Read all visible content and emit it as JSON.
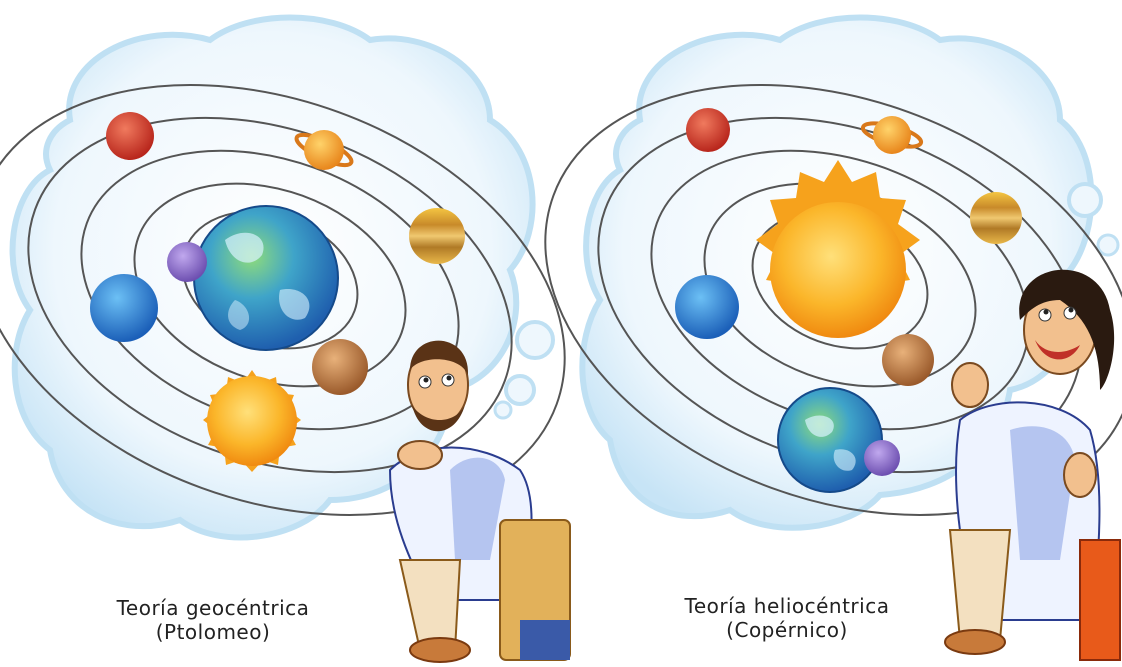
{
  "panels": [
    {
      "title": "Teoría geocéntrica",
      "author": "(Ptolomeo)",
      "center_body": "earth",
      "bodies": [
        "mars-red",
        "saturn",
        "moon-purple",
        "jupiter",
        "mercury-blue",
        "venus-brown",
        "sun"
      ]
    },
    {
      "title": "Teoría heliocéntrica",
      "author": "(Copérnico)",
      "center_body": "sun",
      "bodies": [
        "mars-red",
        "saturn",
        "jupiter",
        "mercury-blue",
        "venus-brown",
        "earth",
        "moon-purple"
      ]
    }
  ],
  "colors": {
    "cloud": "#e6f3fb",
    "cloud_edge": "#bfe0f3",
    "orbit": "#555555",
    "sun": "#fbb62a",
    "earth_blue": "#2f8fd6",
    "earth_green": "#4fb04a",
    "mars": "#d9372a",
    "blue_planet": "#2a80d8",
    "robe": "#eef3ff",
    "robe_shade": "#8fa6e6"
  }
}
